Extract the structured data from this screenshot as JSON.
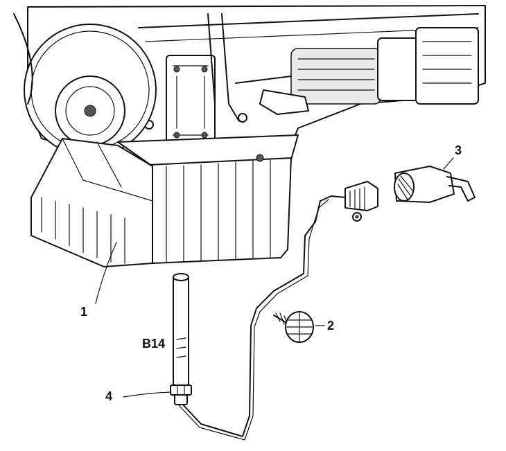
{
  "callouts": {
    "oil_pan": "1",
    "clip": "2",
    "connector": "3",
    "sensor_nut": "4",
    "sensor_code": "B14"
  }
}
